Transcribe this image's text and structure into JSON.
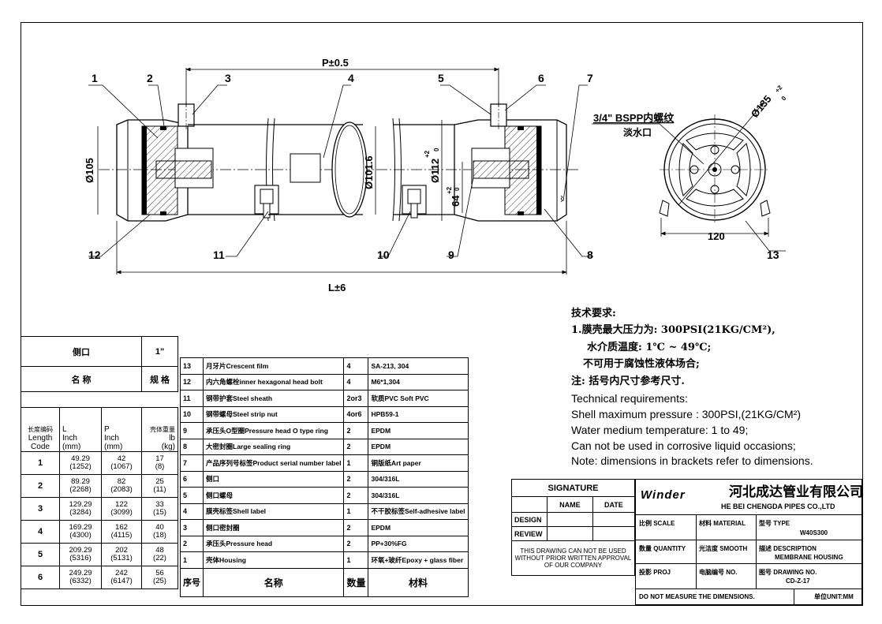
{
  "drawing": {
    "dimension_labels": {
      "p": "P±0.5",
      "l": "L±6",
      "d105": "Ø105",
      "d1016": "Ø101.6",
      "d112": "Ø112",
      "d112_tol": "+2",
      "d112_tol0": "0",
      "d64": "64",
      "d64_tol": "+2",
      "d64_tol0": "0",
      "d135": "Ø135",
      "d135_tol": "+2",
      "d135_tol0": "0",
      "w120": "120"
    },
    "balloons": [
      "1",
      "2",
      "3",
      "4",
      "5",
      "6",
      "7",
      "8",
      "9",
      "10",
      "11",
      "12",
      "13"
    ],
    "port_label": "3/4\" BSPP内螺纹",
    "port_sub": "淡水口"
  },
  "notes": {
    "title_cn": "技术要求:",
    "line1_cn": "1.膜壳最大压力为: 300PSI(21KG/CM²),",
    "line2_cn": "水介质温度: 1℃ ~ 49℃;",
    "line3_cn": "不可用于腐蚀性液体场合;",
    "line4_cn": "注: 括号内尺寸参考尺寸.",
    "en1": "Technical requirements:",
    "en2": "Shell maximum pressure : 300PSI,(21KG/CM²)",
    "en3": "Water medium temperature: 1 to 49;",
    "en4": "Can not be used in corrosive liquid occasions;",
    "en5": "Note: dimensions in brackets refer to dimensions."
  },
  "size_table": {
    "side_port_label": "侧口",
    "side_port_value": "1\"",
    "name_label": "名  称",
    "spec_label": "规  格",
    "headers": [
      {
        "cn": "长度编码",
        "en": "Length\nCode"
      },
      {
        "cn": "",
        "en": "L\nInch\n(mm)"
      },
      {
        "cn": "",
        "en": "P\nInch\n(mm)"
      },
      {
        "cn": "壳体重量",
        "en": "lb\n(kg)"
      }
    ],
    "rows": [
      {
        "code": "1",
        "l": "49.29",
        "l_mm": "(1252)",
        "p": "42",
        "p_mm": "(1067)",
        "w": "17",
        "w_kg": "(8)"
      },
      {
        "code": "2",
        "l": "89.29",
        "l_mm": "(2268)",
        "p": "82",
        "p_mm": "(2083)",
        "w": "25",
        "w_kg": "(11)"
      },
      {
        "code": "3",
        "l": "129.29",
        "l_mm": "(3284)",
        "p": "122",
        "p_mm": "(3099)",
        "w": "33",
        "w_kg": "(15)"
      },
      {
        "code": "4",
        "l": "169.29",
        "l_mm": "(4300)",
        "p": "162",
        "p_mm": "(4115)",
        "w": "40",
        "w_kg": "(18)"
      },
      {
        "code": "5",
        "l": "209.29",
        "l_mm": "(5316)",
        "p": "202",
        "p_mm": "(5131)",
        "w": "48",
        "w_kg": "(22)"
      },
      {
        "code": "6",
        "l": "249.29",
        "l_mm": "(6332)",
        "p": "242",
        "p_mm": "(6147)",
        "w": "56",
        "w_kg": "(25)"
      }
    ]
  },
  "parts_list": {
    "header": {
      "no": "序号",
      "name": "名称",
      "qty": "数量",
      "material": "材料"
    },
    "rows": [
      {
        "no": "13",
        "name": "月牙片Crescent film",
        "qty": "4",
        "material": "SA-213, 304"
      },
      {
        "no": "12",
        "name": "内六角螺栓inner hexagonal head bolt",
        "qty": "4",
        "material": "M6*1,304"
      },
      {
        "no": "11",
        "name": "钢带护套Steel sheath",
        "qty": "2or3",
        "material": "软质PVC Soft PVC"
      },
      {
        "no": "10",
        "name": "钢带螺母Steel strip nut",
        "qty": "4or6",
        "material": "HPB59-1"
      },
      {
        "no": "9",
        "name": "承压头O型圈Pressure head O type ring",
        "qty": "2",
        "material": "EPDM"
      },
      {
        "no": "8",
        "name": "大密封圈Large sealing ring",
        "qty": "2",
        "material": "EPDM"
      },
      {
        "no": "7",
        "name": "产品序列号标签Product serial number label",
        "qty": "1",
        "material": "铜版纸Art paper"
      },
      {
        "no": "6",
        "name": "侧口",
        "qty": "2",
        "material": "304/316L"
      },
      {
        "no": "5",
        "name": "侧口螺母",
        "qty": "2",
        "material": "304/316L"
      },
      {
        "no": "4",
        "name": "膜壳标签Shell label",
        "qty": "1",
        "material": "不干胶标签Self-adhesive label"
      },
      {
        "no": "3",
        "name": "侧口密封圈",
        "qty": "2",
        "material": "EPDM"
      },
      {
        "no": "2",
        "name": "承压头Pressure head",
        "qty": "2",
        "material": "PP+30%FG"
      },
      {
        "no": "1",
        "name": "壳体Housing",
        "qty": "1",
        "material": "环氧+玻纤Epoxy + glass fiber"
      }
    ]
  },
  "title_block": {
    "signature": "SIGNATURE",
    "name": "NAME",
    "date": "DATE",
    "design": "DESIGN",
    "review": "REVIEW",
    "warning": "THIS DRAWING CAN NOT BE USED\nWITHOUT PRIOR WRITTEN APPROVAL\nOF OUR COMPANY",
    "logo": "Winder",
    "company_cn": "河北成达管业有限公司",
    "company_en": "HE BEI CHENGDA PIPES  CO.,LTD",
    "scale_label": "比例 SCALE",
    "material_label": "材料 MATERIAL",
    "type_label": "型号 TYPE",
    "type_value": "W40S300",
    "quantity_label": "数量 QUANTITY",
    "smooth_label": "光洁度 SMOOTH",
    "description_label": "描述 DESCRIPTION",
    "description_value": "MEMBRANE HOUSING",
    "proj_label": "投影 PROJ",
    "no_label": "电脑编号 NO.",
    "drawing_no_label": "图号 DRAWING NO.",
    "drawing_no_value": "CD-Z-17",
    "do_not_measure": "DO NOT MEASURE THE DIMENSIONS.",
    "unit": "单位UNIT:MM"
  }
}
